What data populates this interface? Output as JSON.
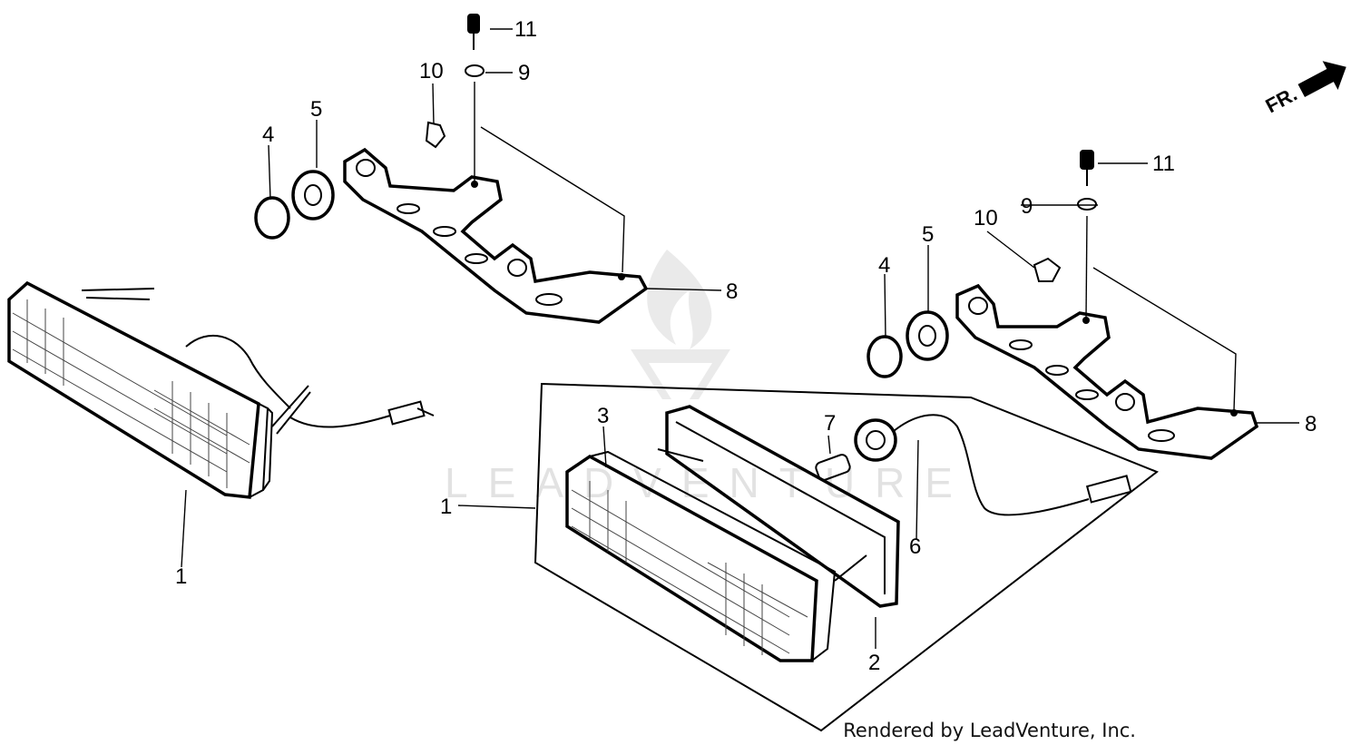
{
  "diagram": {
    "callouts": {
      "lamp_left": "1",
      "lamp_assy": "1",
      "gasket": "2",
      "lens": "3",
      "washer_left": "4",
      "grommet_left": "5",
      "washer_right": "4",
      "grommet_right": "5",
      "socket": "6",
      "bulb": "7",
      "bracket_left": "8",
      "bracket_right": "8",
      "washer9_left": "9",
      "washer9_right": "9",
      "nut_left": "10",
      "nut_right": "10",
      "bolt_left": "11",
      "bolt_right": "11"
    },
    "front_arrow_label": "FR.",
    "watermark_text": "LEADVENTURE",
    "credit": "Rendered by LeadVenture, Inc."
  }
}
